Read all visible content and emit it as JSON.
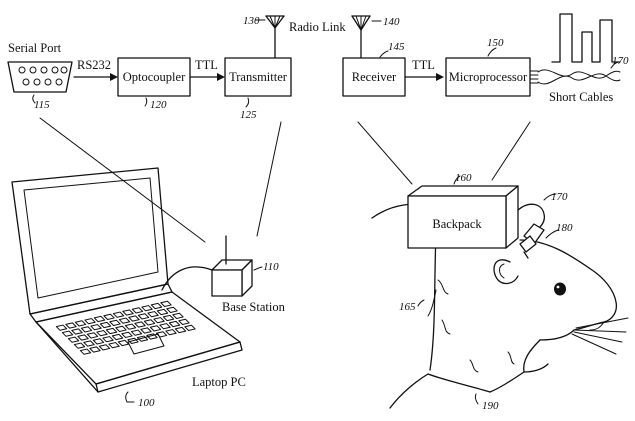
{
  "blocks": {
    "optocoupler": "Optocoupler",
    "transmitter": "Transmitter",
    "receiver": "Receiver",
    "microprocessor": "Microprocessor",
    "backpack": "Backpack"
  },
  "labels": {
    "serial_port": "Serial Port",
    "rs232": "RS232",
    "ttl_left": "TTL",
    "ttl_right": "TTL",
    "radio_link": "Radio Link",
    "short_cables": "Short Cables",
    "base_station": "Base Station",
    "laptop_pc": "Laptop PC"
  },
  "refs": {
    "laptop": "100",
    "base_station": "110",
    "serial_port": "115",
    "optocoupler": "120",
    "transmitter": "125",
    "antenna_tx": "130",
    "antenna_rx": "140",
    "receiver": "145",
    "microprocessor": "150",
    "backpack": "160",
    "harness": "165",
    "short_cables": "170",
    "cable_head": "170",
    "electrode": "180",
    "rat": "190"
  },
  "colors": {
    "ink": "#111111",
    "paper": "#ffffff"
  }
}
